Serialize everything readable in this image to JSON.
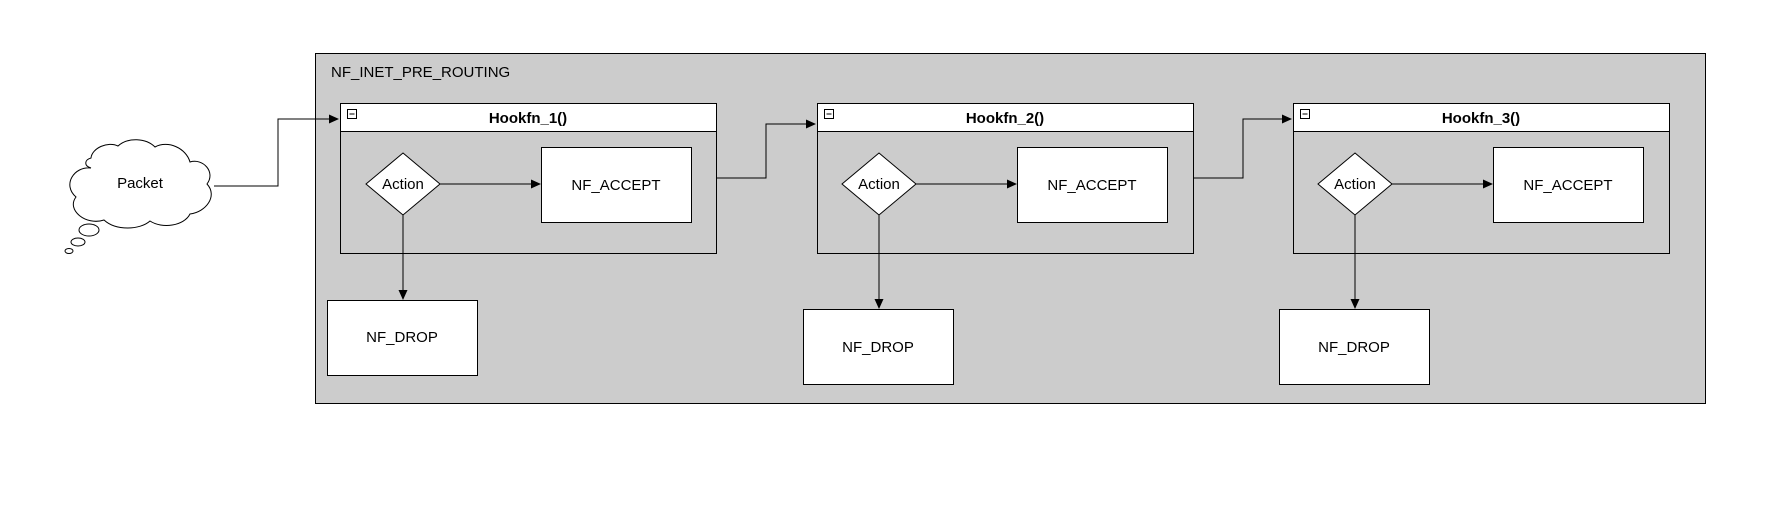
{
  "diagram": {
    "source": {
      "label": "Packet"
    },
    "container": {
      "label": "NF_INET_PRE_ROUTING"
    },
    "hooks": [
      {
        "title": "Hookfn_1()",
        "decision": "Action",
        "accept": "NF_ACCEPT",
        "drop": "NF_DROP"
      },
      {
        "title": "Hookfn_2()",
        "decision": "Action",
        "accept": "NF_ACCEPT",
        "drop": "NF_DROP"
      },
      {
        "title": "Hookfn_3()",
        "decision": "Action",
        "accept": "NF_ACCEPT",
        "drop": "NF_DROP"
      }
    ],
    "colors": {
      "container_fill": "#cccccc",
      "node_fill": "#ffffff",
      "stroke": "#000000"
    }
  }
}
